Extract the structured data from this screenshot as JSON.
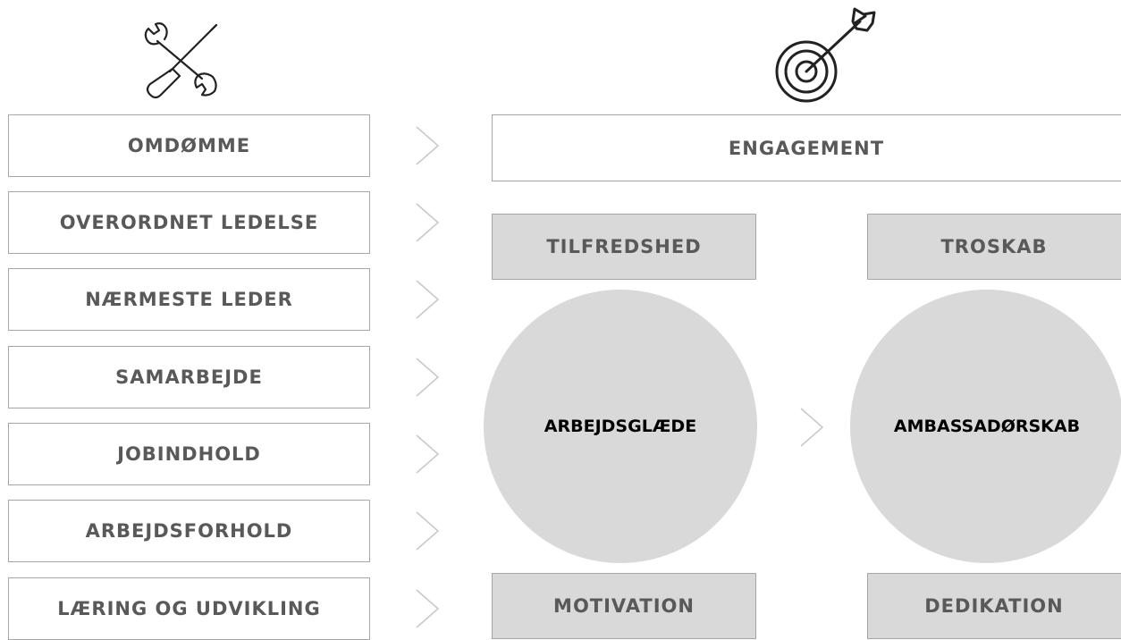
{
  "drivers": [
    "OMDØMME",
    "OVERORDNET LEDELSE",
    "NÆRMESTE LEDER",
    "SAMARBEJDE",
    "JOBINDHOLD",
    "ARBEJDSFORHOLD",
    "LÆRING OG UDVIKLING"
  ],
  "engagement": {
    "title": "ENGAGEMENT",
    "top_left": "TILFREDSHED",
    "top_right": "TROSKAB",
    "circle_left": "ARBEJDSGLÆDE",
    "circle_right": "AMBASSADØRSKAB",
    "bottom_left": "MOTIVATION",
    "bottom_right": "DEDIKATION"
  },
  "icons": {
    "left": "wrench-screwdriver-icon",
    "right": "target-dart-icon"
  },
  "colors": {
    "border": "#a6a6a6",
    "fill": "#d9d9d9",
    "text": "#595959",
    "chevron": "#c8c8c8"
  }
}
